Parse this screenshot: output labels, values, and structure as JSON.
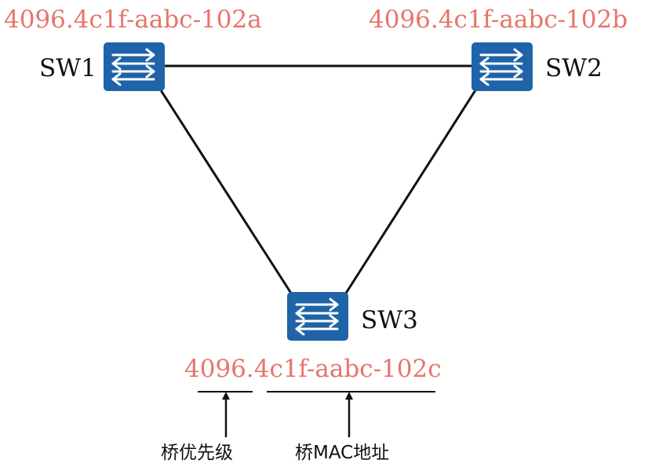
{
  "colors": {
    "switch_fill": "#1f63a8",
    "switch_arrow": "#ffffff",
    "bridge_id_text": "#e8746a",
    "link": "#111111"
  },
  "switches": [
    {
      "label": "SW1",
      "bridge_id": "4096.4c1f-aabc-102a",
      "icon": "switch-icon"
    },
    {
      "label": "SW2",
      "bridge_id": "4096.4c1f-aabc-102b",
      "icon": "switch-icon"
    },
    {
      "label": "SW3",
      "bridge_id": "4096.4c1f-aabc-102c",
      "icon": "switch-icon"
    }
  ],
  "annotations": {
    "priority_label": "桥优先级",
    "mac_label": "桥MAC地址"
  }
}
